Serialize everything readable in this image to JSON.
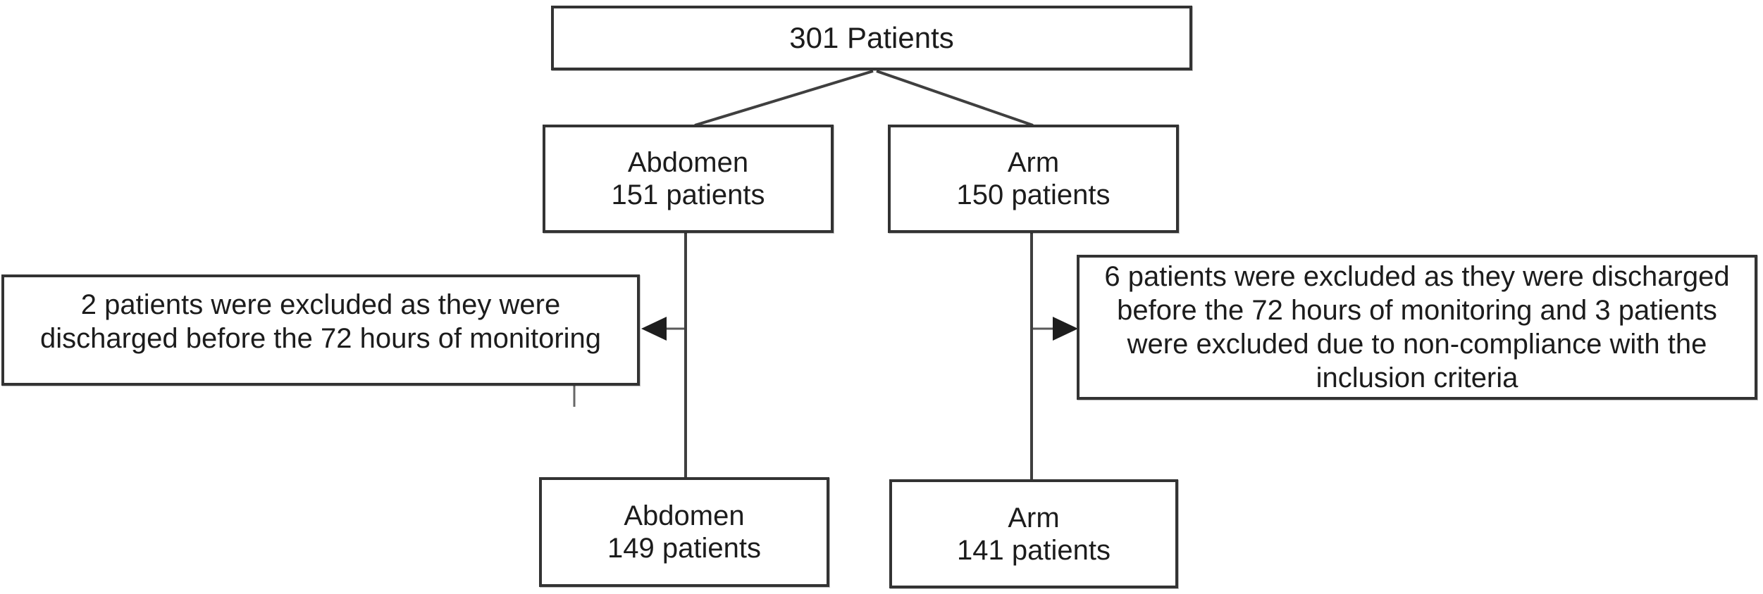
{
  "figure": {
    "type": "flowchart",
    "colors": {
      "border": "#333333",
      "line": "#3f3f3f",
      "text": "#1c1c1c",
      "background": "#ffffff",
      "arrow": "#1e1e1e"
    },
    "nodes": {
      "total": {
        "lines": [
          "301 Patients"
        ]
      },
      "abdomen_enrolled": {
        "lines": [
          "Abdomen",
          "151 patients"
        ]
      },
      "arm_enrolled": {
        "lines": [
          "Arm",
          "150 patients"
        ]
      },
      "abdomen_excluded": {
        "lines": [
          "2 patients were excluded as they were",
          "discharged before the 72 hours of monitoring"
        ]
      },
      "arm_excluded": {
        "lines": [
          "6 patients were excluded as they were discharged",
          "before the 72 hours of monitoring and 3 patients",
          "were excluded due to non-compliance with the",
          "inclusion criteria"
        ]
      },
      "abdomen_final": {
        "lines": [
          "Abdomen",
          "149 patients"
        ]
      },
      "arm_final": {
        "lines": [
          "Arm",
          "141 patients"
        ]
      }
    }
  }
}
